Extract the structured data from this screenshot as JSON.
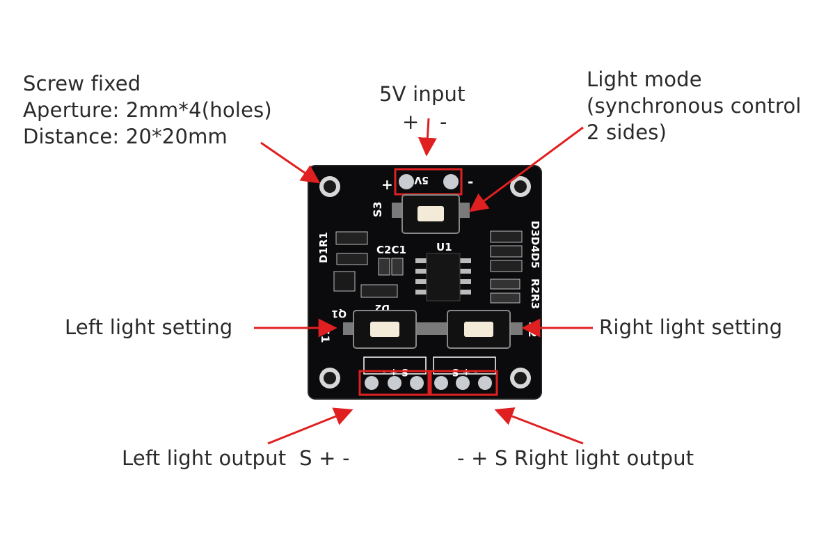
{
  "labels": {
    "screw": [
      "Screw fixed",
      "Aperture: 2mm*4(holes)",
      "Distance: 20*20mm"
    ],
    "power": {
      "title": "5V input",
      "plus": "+",
      "minus": "-"
    },
    "mode": [
      "Light mode",
      "(synchronous control",
      "2 sides)"
    ],
    "left_setting": "Left light setting",
    "right_setting": "Right light setting",
    "left_output": "Left light output  S + -",
    "right_output": "- + S Right light output"
  },
  "board": {
    "silkscreen": {
      "plus": "+",
      "minus": "-",
      "fivev": "5V",
      "s3": "S3",
      "d1r1": "D1R1",
      "c2c1": "C2C1",
      "u1": "U1",
      "q1": "Q1",
      "d2": "D2",
      "d3d4d5": "D3D4D5",
      "r2r3": "R2R3",
      "s1": "S1",
      "s2": "S2",
      "left_pins": "S + -",
      "right_pins": "- + S"
    }
  },
  "colors": {
    "board": "#0b0b0d",
    "highlight": "#e02020",
    "arrow": "#e02020",
    "pad": "#c9ccd0",
    "text": "#2a2a2a"
  }
}
